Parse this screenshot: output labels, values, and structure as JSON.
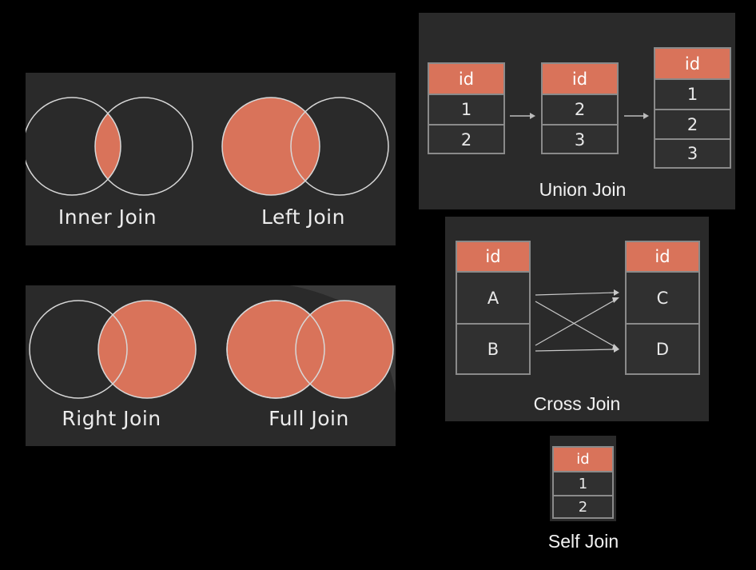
{
  "colors": {
    "accent": "#d9735a",
    "panel": "#2a2a2a",
    "background": "#000000",
    "outline": "#d8d8d8"
  },
  "venn": {
    "inner": "Inner Join",
    "left": "Left Join",
    "right": "Right Join",
    "full": "Full Join"
  },
  "union": {
    "label": "Union Join",
    "table1": {
      "header": "id",
      "rows": [
        "1",
        "2"
      ]
    },
    "table2": {
      "header": "id",
      "rows": [
        "2",
        "3"
      ]
    },
    "result": {
      "header": "id",
      "rows": [
        "1",
        "2",
        "3"
      ]
    }
  },
  "cross": {
    "label": "Cross Join",
    "left": {
      "header": "id",
      "rows": [
        "A",
        "B"
      ]
    },
    "right": {
      "header": "id",
      "rows": [
        "C",
        "D"
      ]
    }
  },
  "self": {
    "label": "Self Join",
    "table": {
      "header": "id",
      "rows": [
        "1",
        "2"
      ]
    }
  }
}
